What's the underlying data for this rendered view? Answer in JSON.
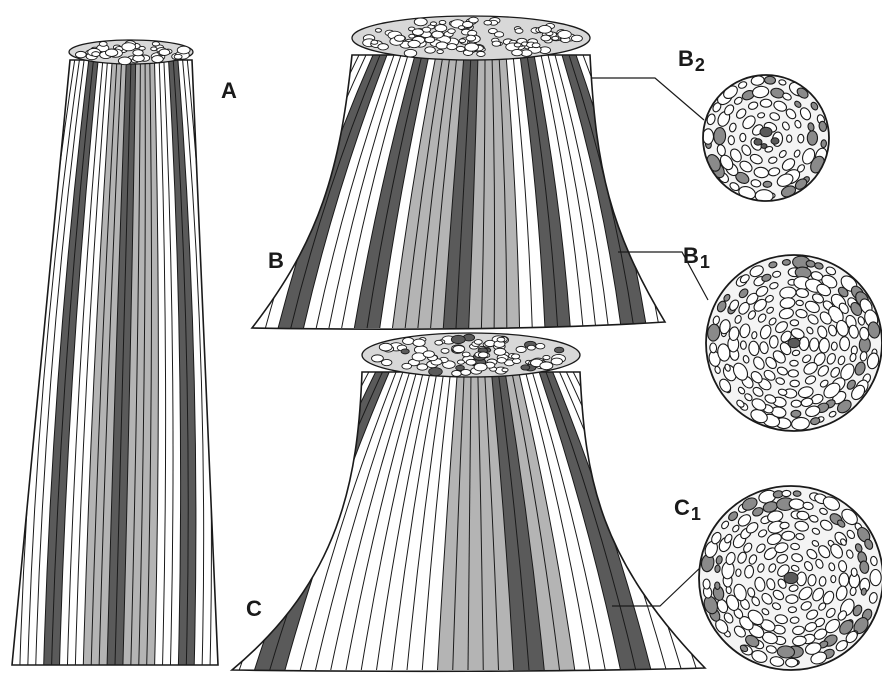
{
  "figure": {
    "labels": {
      "A": "A",
      "B": "B",
      "C": "C",
      "B1_letter": "B",
      "B1_sub": "1",
      "B2_letter": "B",
      "B2_sub": "2",
      "C1_letter": "C",
      "C1_sub": "1"
    },
    "colors": {
      "ink": "#1a1a1a",
      "dark_band": "#5a5a5a",
      "light_band": "#b4b4b4",
      "paper": "#ffffff"
    }
  }
}
